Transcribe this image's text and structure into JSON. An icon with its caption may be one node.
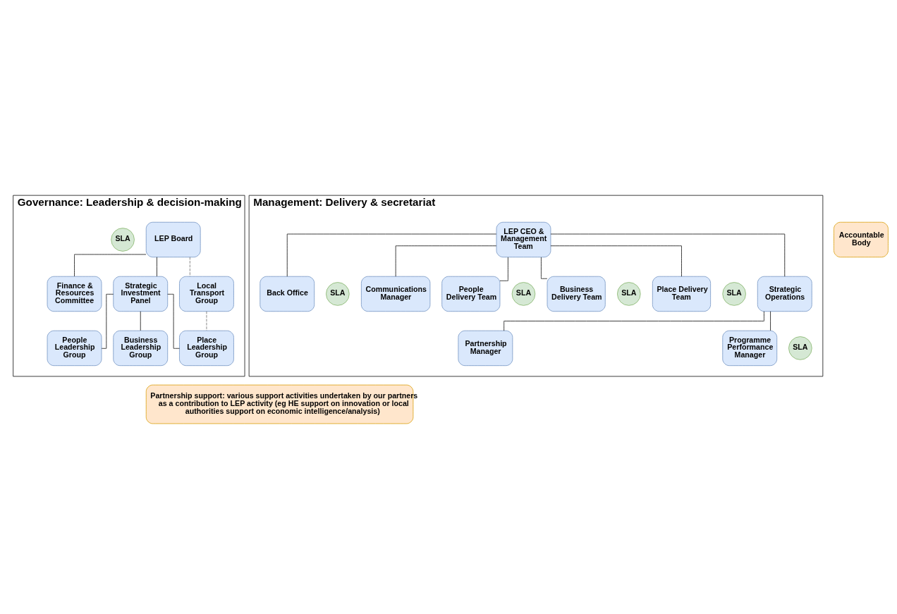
{
  "diagram": {
    "nodes": [
      {
        "text": [
          "Governance: Leadership & decision-making"
        ]
      },
      {
        "text": [
          "LEP Board"
        ],
        "in": 0
      },
      {
        "text": [
          "Finance & Resources Committee"
        ],
        "in": 0
      },
      {
        "text": [
          "Strategic Investment Panel"
        ],
        "in": 0
      },
      {
        "text": [
          "Local Transport Group"
        ],
        "in": 0
      },
      {
        "text": [
          "People Leadership Group"
        ],
        "in": 0
      },
      {
        "text": [
          "Business Leadership Group"
        ],
        "in": 0
      },
      {
        "text": [
          "Place Leadership Group"
        ],
        "in": 0
      },
      {
        "text": [
          "Accountable Body"
        ]
      },
      {
        "text": [
          "SLA"
        ],
        "in": 0
      },
      {
        "text": [
          "Management: Delivery & secretariat"
        ]
      },
      {
        "text": [
          "LEP CEO & Management Team"
        ],
        "in": 10
      },
      {
        "text": [
          "Back Office"
        ],
        "in": 10
      },
      {
        "text": [
          "SLA"
        ],
        "in": 10
      },
      {
        "text": [
          "Communications Manager"
        ],
        "in": 10
      },
      {
        "text": [
          "People Delivery Team"
        ],
        "in": 10
      },
      {
        "text": [
          "SLA"
        ],
        "in": 10
      },
      {
        "text": [
          "Business Delivery Team"
        ],
        "in": 10
      },
      {
        "text": [
          "SLA"
        ],
        "in": 10
      },
      {
        "text": [
          "Place Delivery Team"
        ],
        "in": 10
      },
      {
        "text": [
          "SLA"
        ],
        "in": 10
      },
      {
        "text": [
          "Strategic Operations"
        ],
        "in": 10
      },
      {
        "text": [
          "Partnership Manager"
        ],
        "in": 10
      },
      {
        "text": [
          "Programme Performance Manager"
        ],
        "in": 10
      },
      {
        "text": [
          "SLA"
        ],
        "in": 10
      },
      {
        "text": [
          "Partnership support: various support activities undertaken by our partners as a contribution to LEP activity (eg HE support on innovation or local authorities support on economic intelligence/analysis)"
        ]
      }
    ],
    "edges": [
      {
        "from": 1,
        "to": 2,
        "arrow": "none"
      },
      {
        "from": 1,
        "to": 3,
        "arrow": "none"
      },
      {
        "from": 1,
        "to": 4,
        "arrow": "none",
        "style": "dashed",
        "color": "#666666"
      },
      {
        "from": 4,
        "to": 7,
        "arrow": "none",
        "style": "dashed",
        "color": "#666666"
      },
      {
        "from": 3,
        "to": 5,
        "arrow": "none"
      },
      {
        "from": 3,
        "to": 6,
        "arrow": "none"
      },
      {
        "from": 3,
        "to": 7,
        "arrow": "none"
      },
      {
        "from": 11,
        "to": 12,
        "arrow": "none"
      },
      {
        "from": 11,
        "to": 14,
        "arrow": "none"
      },
      {
        "from": 11,
        "to": 15,
        "arrow": "none"
      },
      {
        "from": 11,
        "to": 17,
        "arrow": "none"
      },
      {
        "from": 11,
        "to": 19,
        "arrow": "none"
      },
      {
        "from": 11,
        "to": 21,
        "arrow": "none"
      },
      {
        "from": 21,
        "to": 22,
        "arrow": "none"
      },
      {
        "from": 21,
        "to": 23,
        "arrow": "none"
      }
    ]
  }
}
